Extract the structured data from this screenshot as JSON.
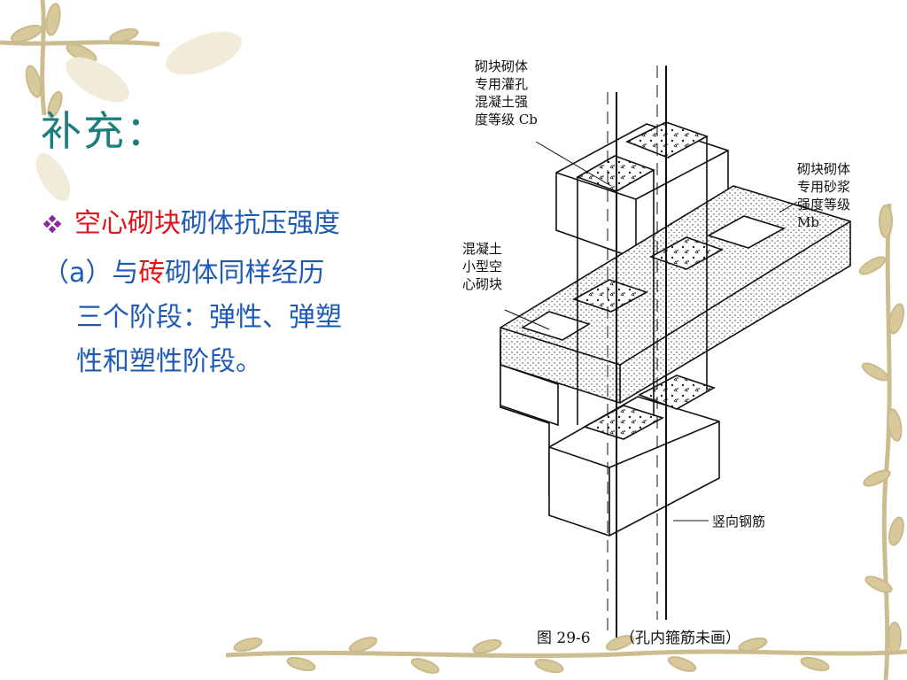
{
  "slide": {
    "title": "补充：",
    "bullet": {
      "red_part": "空心砌块",
      "rest": "砌体抗压强度"
    },
    "paragraph": {
      "prefix": "（a）与",
      "red_word": "砖",
      "line1_rest": "砌体同样经历",
      "line2": "三个阶段：弹性、弹塑",
      "line3": "性和塑性阶段。"
    }
  },
  "diagram": {
    "labels": {
      "grout": [
        "砌块砌体",
        "专用灌孔",
        "混凝土强",
        "度等级 Cb"
      ],
      "mortar": [
        "砌块砌体",
        "专用砂浆",
        "强度等级",
        "Mb"
      ],
      "block": [
        "混凝土",
        "小型空",
        "心砌块"
      ],
      "rebar": "竖向钢筋"
    },
    "caption_fig": "图 29-6",
    "caption_note": "（孔内箍筋未画）"
  },
  "colors": {
    "title": "#1d7e7e",
    "text": "#1f5bb5",
    "highlight": "#e0141b",
    "bullet": "#8a2a9a"
  }
}
